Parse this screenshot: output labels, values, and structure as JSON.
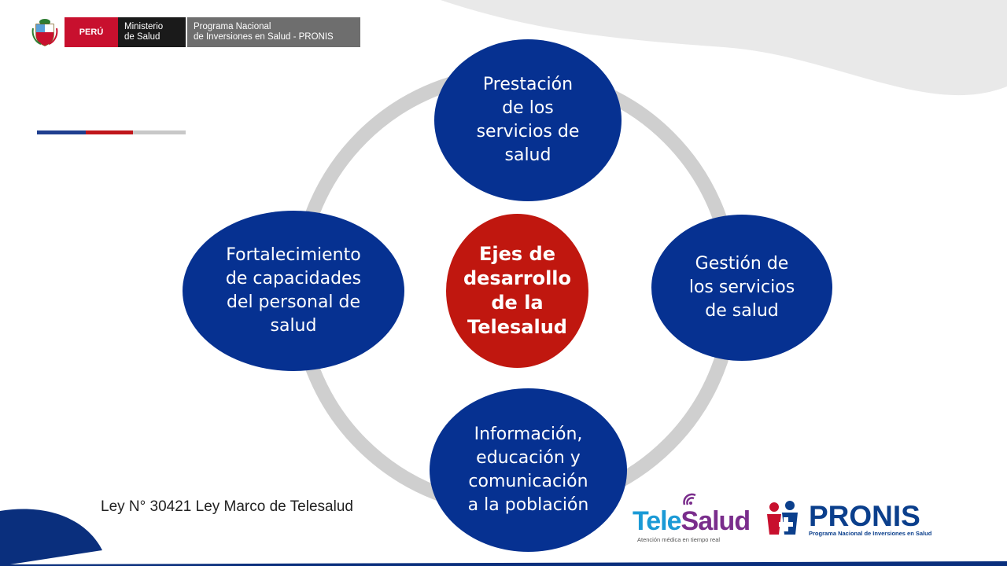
{
  "header": {
    "country": "PERÚ",
    "ministry_line1": "Ministerio",
    "ministry_line2": "de Salud",
    "program_line1": "Programa Nacional",
    "program_line2": "de Inversiones en Salud - PRONIS"
  },
  "diagram": {
    "center": "Ejes de\ndesarrollo\nde la\nTelesalud",
    "top": "Prestación\nde los\nservicios de\nsalud",
    "right": "Gestión de\nlos servicios\nde salud",
    "bottom": "Información,\neducación y\ncomunicación\na la población",
    "left": "Fortalecimiento\nde capacidades\ndel personal de\nsalud"
  },
  "footer": {
    "law": "Ley N° 30421 Ley Marco de Telesalud"
  },
  "logos": {
    "telesalud_a": "Tele",
    "telesalud_b": "Salud",
    "telesalud_tagline": "Atención médica en tiempo real",
    "pronis_name": "PRONIS",
    "pronis_tagline": "Programa Nacional de Inversiones en Salud"
  },
  "colors": {
    "node_blue": "#063191",
    "center_red": "#c0170f",
    "ring_gray": "#cfcfcf"
  }
}
